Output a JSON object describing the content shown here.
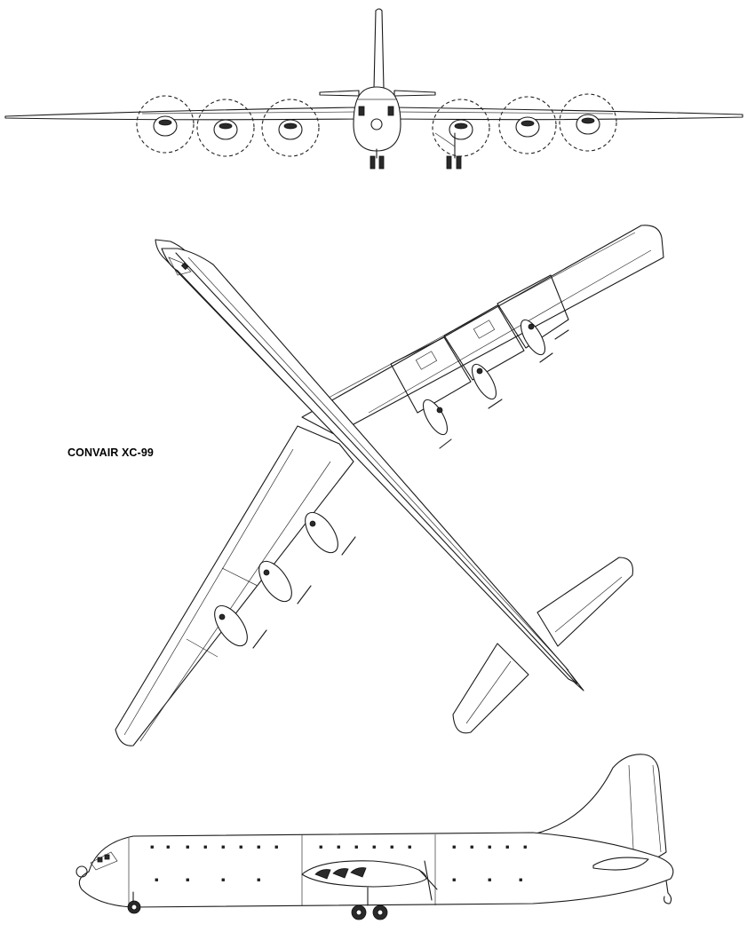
{
  "title": "CONVAIR XC-99",
  "views": {
    "front": "front",
    "top": "top",
    "side": "side"
  }
}
